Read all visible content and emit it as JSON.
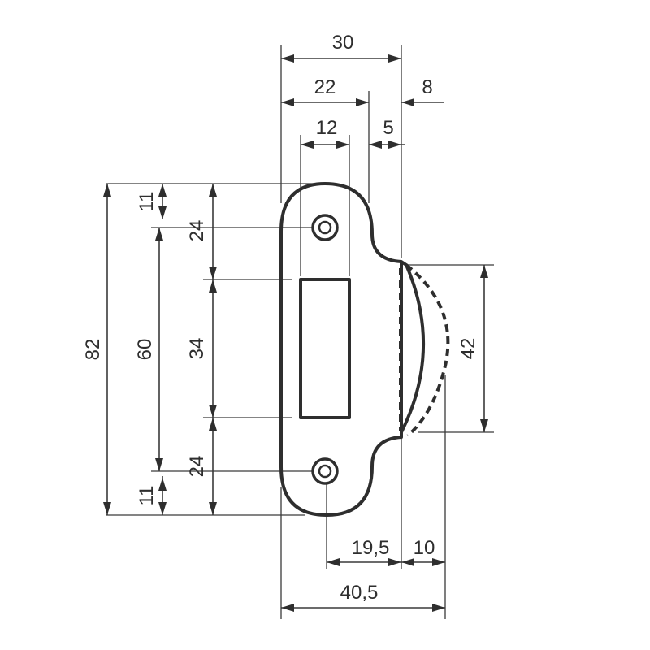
{
  "dimensions": {
    "top_total": "30",
    "top_body": "22",
    "top_lip": "8",
    "top_slot": "12",
    "top_offset": "5",
    "left_total": "82",
    "left_holes": "60",
    "left_top_end": "11",
    "left_top_hole": "24",
    "left_slot": "34",
    "left_bottom_hole": "24",
    "left_bottom_end": "11",
    "right_lip": "42",
    "bottom_projection": "19,5",
    "bottom_curve": "10",
    "bottom_total": "40,5"
  }
}
